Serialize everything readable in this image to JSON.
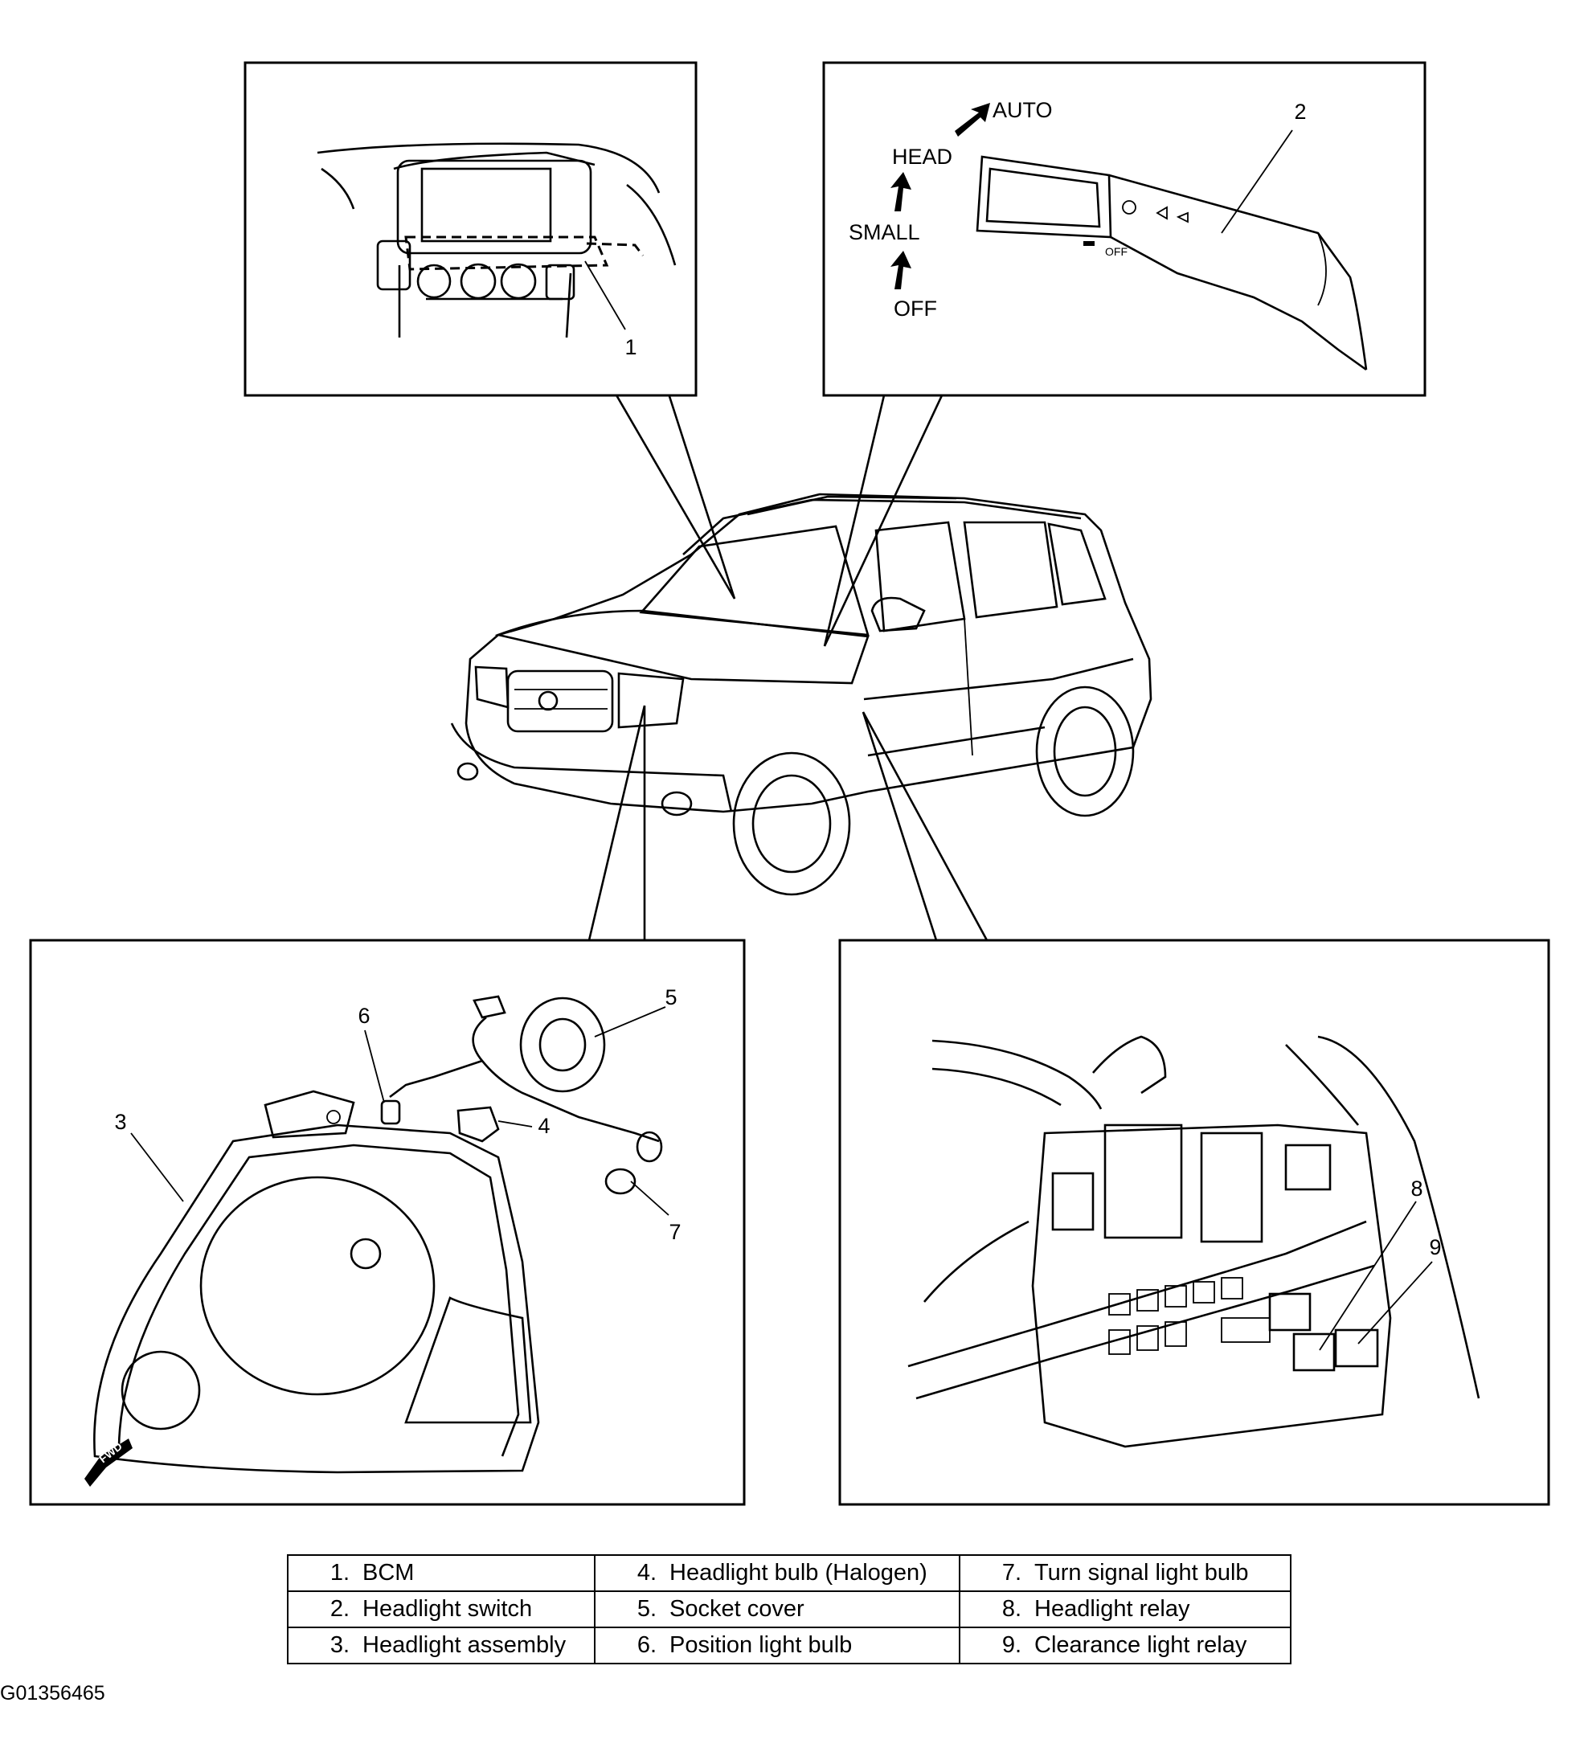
{
  "callouts": {
    "c1": "1",
    "c2": "2",
    "c3": "3",
    "c4": "4",
    "c5": "5",
    "c6": "6",
    "c7": "7",
    "c8": "8",
    "c9": "9"
  },
  "switch_positions": {
    "auto": "AUTO",
    "head": "HEAD",
    "small": "SMALL",
    "off": "OFF"
  },
  "switch_stalk_text": {
    "off": "OFF"
  },
  "fwd_mark": "FWD",
  "legend": [
    [
      {
        "num": "1.",
        "text": "BCM"
      },
      {
        "num": "4.",
        "text": "Headlight bulb (Halogen)"
      },
      {
        "num": "7.",
        "text": "Turn signal light bulb"
      }
    ],
    [
      {
        "num": "2.",
        "text": "Headlight switch"
      },
      {
        "num": "5.",
        "text": "Socket cover"
      },
      {
        "num": "8.",
        "text": "Headlight relay"
      }
    ],
    [
      {
        "num": "3.",
        "text": "Headlight assembly"
      },
      {
        "num": "6.",
        "text": "Position light bulb"
      },
      {
        "num": "9.",
        "text": "Clearance light relay"
      }
    ]
  ],
  "figure_id": "G01356465"
}
